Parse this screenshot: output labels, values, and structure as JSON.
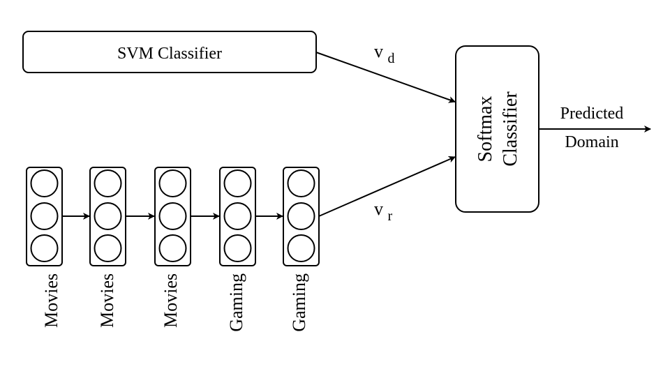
{
  "svm": {
    "label": "SVM Classifier"
  },
  "softmax": {
    "line1": "Softmax",
    "line2": "Classifier"
  },
  "vectors": {
    "vd": {
      "base": "v",
      "sub": "d"
    },
    "vr": {
      "base": "v",
      "sub": "r"
    }
  },
  "output": {
    "line1": "Predicted",
    "line2": "Domain"
  },
  "sequence": {
    "steps": [
      {
        "label": "Movies"
      },
      {
        "label": "Movies"
      },
      {
        "label": "Movies"
      },
      {
        "label": "Gaming"
      },
      {
        "label": "Gaming"
      }
    ]
  }
}
